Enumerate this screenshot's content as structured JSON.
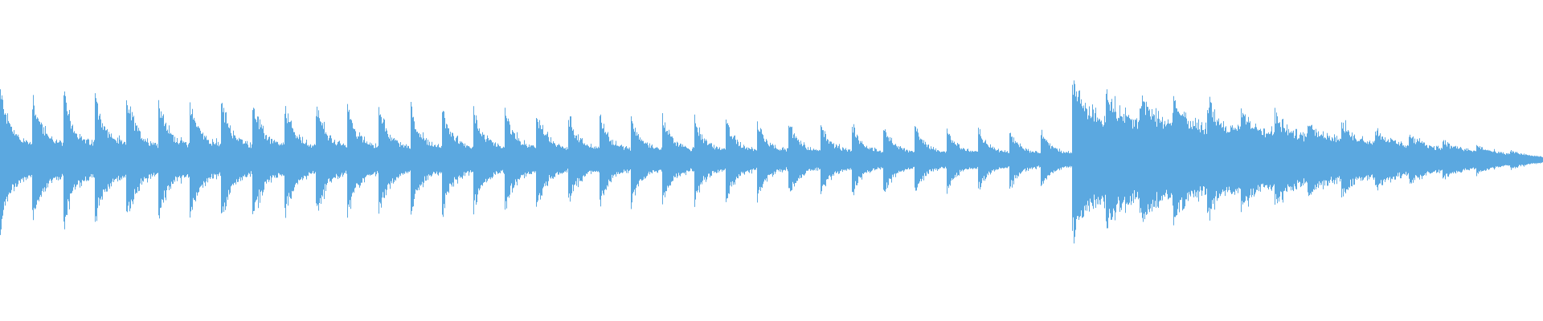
{
  "waveform": {
    "color": "#5ba8e0",
    "background": "#ffffff",
    "sections": [
      {
        "name": "repeating-hits",
        "hit_count": 34,
        "start_fraction": 0.0,
        "end_fraction": 0.695,
        "peak_level_start": 0.55,
        "peak_level_end": 0.22,
        "decay": "exponential"
      },
      {
        "name": "dense-tail",
        "hit_count": 14,
        "start_fraction": 0.695,
        "end_fraction": 1.0,
        "peak_level_start": 0.62,
        "peak_level_end": 0.04,
        "decay": "exponential"
      }
    ]
  }
}
